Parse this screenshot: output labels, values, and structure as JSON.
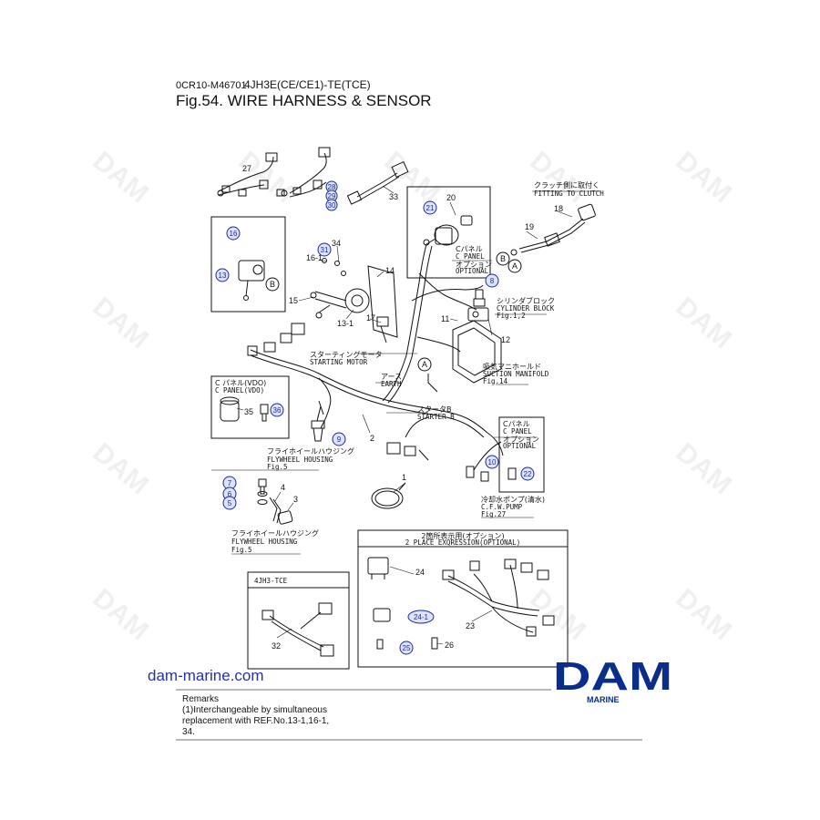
{
  "header": {
    "code": "0CR10-M46701",
    "model": "4JH3E(CE/CE1)-TE(TCE)",
    "title": "Fig.54.  WIRE HARNESS & SENSOR"
  },
  "watermark": "DAM",
  "callouts": {
    "c16": "16",
    "c13": "13",
    "c31": "31",
    "c28": "28",
    "c29": "29",
    "c30": "30",
    "c21": "21",
    "c8": "8",
    "c36": "36",
    "c9": "9",
    "c7": "7",
    "c6": "6",
    "c5": "5",
    "c10": "10",
    "c22": "22",
    "c24_1": "24-1",
    "c25": "25",
    "A1": "A",
    "A2": "A",
    "B1": "B",
    "B2": "B"
  },
  "parts": {
    "p27": "27",
    "p33": "33",
    "p20": "20",
    "p18": "18",
    "p19": "19",
    "p34": "34",
    "p16_1": "16-1",
    "p14": "14",
    "p15": "15",
    "p13_1": "13-1",
    "p17": "17",
    "p11": "11",
    "p12": "12",
    "p35": "35",
    "p2": "2",
    "p4": "4",
    "p3": "3",
    "p1": "1",
    "p24": "24",
    "p23": "23",
    "p32": "32",
    "p26": "26"
  },
  "labels": {
    "clutch_jp": "クラッチ側に取付く",
    "clutch_en": "FITTING TO CLUTCH",
    "cpanel_jp": "Cパネル",
    "cpanel_en": "C PANEL",
    "optional_jp": "オプション",
    "optional_en": "OPTIONAL",
    "cylinder_jp": "シリンダブロック",
    "cylinder_en": "CYLINDER BLOCK",
    "fig_cyl": "Fig.1,2",
    "starting_jp": "スターティングモータ",
    "starting_en": "STARTING MOTOR",
    "suction_jp": "吸気マニホールド",
    "suction_en": "SUCTION MANIFOLD",
    "fig14": "Fig.14",
    "cpanel_vdo_jp": "C パネル(VDO)",
    "cpanel_vdo_en": "C PANEL(VDO)",
    "earth_jp": "アース",
    "earth_en": "EARTH",
    "starter_jp": "スタータB",
    "starter_en": "STARTER B",
    "cpanel2_jp": "Cパネル",
    "cpanel2_en": "C PANEL",
    "optional2_jp": "オプション",
    "optional2_en": "OPTIONAL",
    "flywheel1_jp": "フライホイールハウジング",
    "flywheel1_en": "FLYWHEEL HOUSING",
    "fig5a": "Fig.5",
    "cwpump_jp": "冷却水ポンプ(清水)",
    "cwpump_en": "C.F.W.PUMP",
    "fig27": "Fig.27",
    "flywheel2_jp": "フライホイールハウジング",
    "flywheel2_en": "FLYWHEEL HOUSING",
    "fig5b": "Fig.5",
    "twoplace_jp": "2箇所表示用(オプション)",
    "twoplace_en": "2 PLACE EXQRESSION(OPTIONAL)",
    "tce": "4JH3-TCE"
  },
  "footer": {
    "site": "dam-marine.com",
    "remarks": [
      "Remarks",
      "(1)Interchangeable by simultaneous",
      "replacement with REF.No.13-1,16-1,",
      "34."
    ],
    "logo": "DAM",
    "logo_sub": "MARINE"
  },
  "colors": {
    "callout": "#1a2a9a",
    "logo": "#0a2d8a",
    "site": "#2233aa"
  }
}
